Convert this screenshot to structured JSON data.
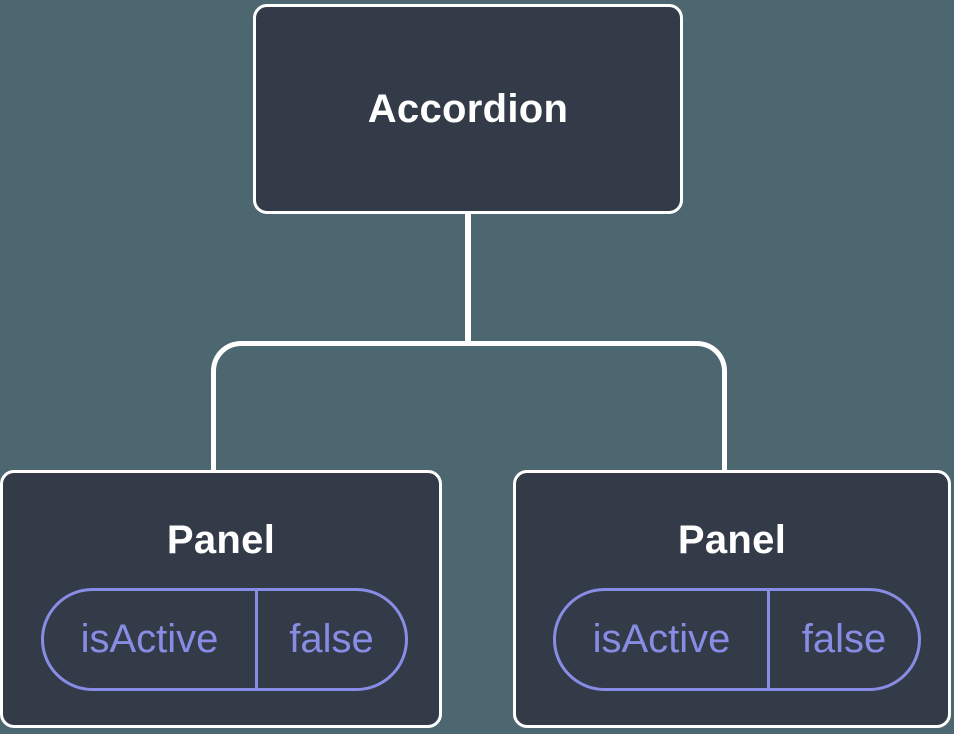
{
  "diagram": {
    "root": {
      "label": "Accordion"
    },
    "panels": [
      {
        "label": "Panel",
        "state_key": "isActive",
        "state_value": "false"
      },
      {
        "label": "Panel",
        "state_key": "isActive",
        "state_value": "false"
      }
    ],
    "colors": {
      "background": "#4D6770",
      "node_fill": "#343B48",
      "node_border": "#FFFFFF",
      "connector": "#FFFFFF",
      "state_accent": "#878DE5",
      "title_text": "#FFFFFF"
    }
  }
}
